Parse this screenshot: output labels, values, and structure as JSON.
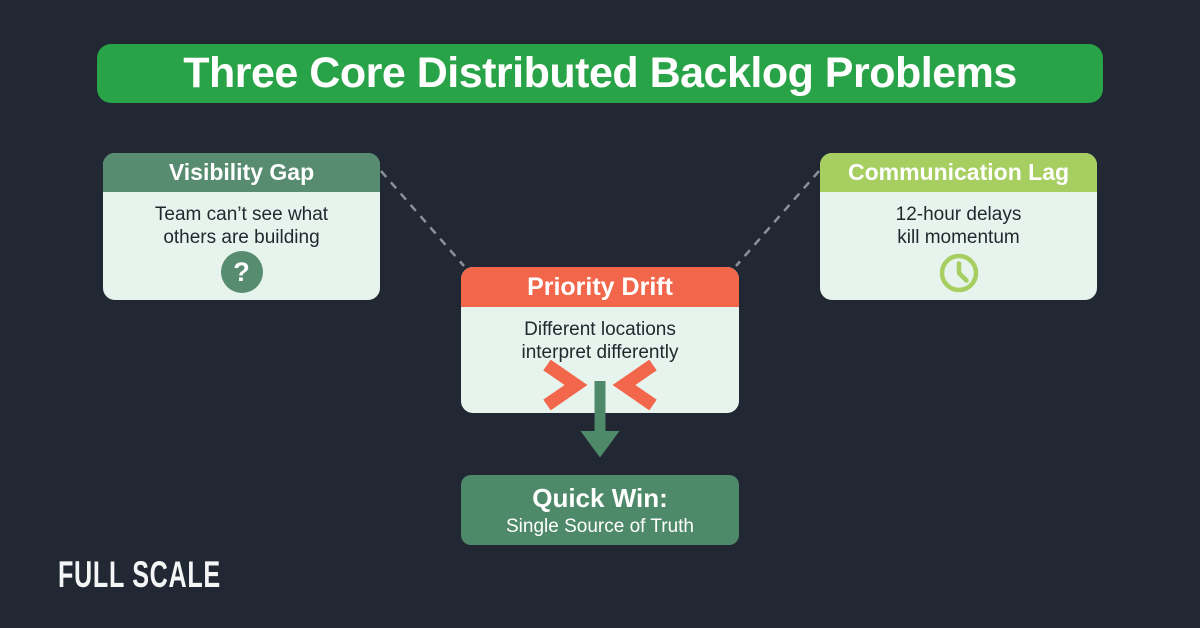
{
  "title_banner": {
    "text": "Three Core Distributed Backlog Problems"
  },
  "cards": {
    "visibility_gap": {
      "title": "Visibility Gap",
      "line1": "Team can’t see what",
      "line2": "others are building",
      "icon": "question-mark-icon"
    },
    "communication_lag": {
      "title": "Communication Lag",
      "line1": "12-hour delays",
      "line2": "kill momentum",
      "icon": "clock-icon"
    },
    "priority_drift": {
      "title": "Priority Drift",
      "line1": "Different locations",
      "line2": "interpret differently",
      "icon": "converging-chevrons-icon"
    }
  },
  "quick_win": {
    "title": "Quick Win:",
    "subtitle": "Single Source of Truth"
  },
  "logo": {
    "text": "FULL SCALE"
  },
  "icons": {
    "question_glyph": "?"
  },
  "colors": {
    "background": "#212733",
    "banner_green": "#29A347",
    "sage_green": "#578C70",
    "light_green": "#A6CE60",
    "coral": "#F2664B",
    "quick_win_green": "#4E8A69",
    "card_body_mint": "#E7F4EE",
    "text_dark": "#23282F",
    "text_light": "#FFFFFF",
    "connector_gray": "#8B9196"
  }
}
